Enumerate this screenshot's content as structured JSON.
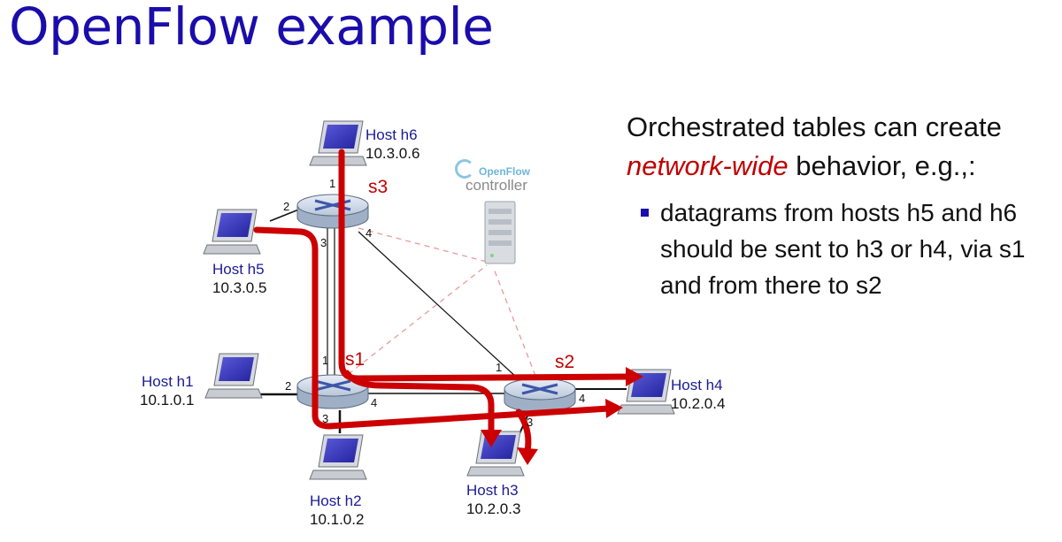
{
  "title": "OpenFlow example",
  "controller": {
    "brand": "OpenFlow",
    "label": "controller"
  },
  "switches": [
    {
      "id": "s1",
      "label": "s1"
    },
    {
      "id": "s2",
      "label": "s2"
    },
    {
      "id": "s3",
      "label": "s3"
    }
  ],
  "hosts": [
    {
      "id": "h1",
      "name": "Host h1",
      "ip": "10.1.0.1"
    },
    {
      "id": "h2",
      "name": "Host h2",
      "ip": "10.1.0.2"
    },
    {
      "id": "h3",
      "name": "Host h3",
      "ip": "10.2.0.3"
    },
    {
      "id": "h4",
      "name": "Host h4",
      "ip": "10.2.0.4"
    },
    {
      "id": "h5",
      "name": "Host h5",
      "ip": "10.3.0.5"
    },
    {
      "id": "h6",
      "name": "Host h6",
      "ip": "10.3.0.6"
    }
  ],
  "ports": [
    "1",
    "2",
    "3",
    "4",
    "1",
    "2",
    "3",
    "4",
    "1",
    "3",
    "4"
  ],
  "panel": {
    "intro_prefix": "Orchestrated tables can create",
    "intro_emphasis": "network-wide",
    "intro_suffix": "behavior, e.g.,:",
    "bullet": "datagrams from hosts h5 and h6 should be sent to h3 or h4, via s1 and from there to s2"
  },
  "colors": {
    "title": "#1a0dab",
    "flow": "#cc0000",
    "emphasis": "#c00000",
    "host_label": "#1b1b96",
    "controller_link": "#e89a9a"
  }
}
